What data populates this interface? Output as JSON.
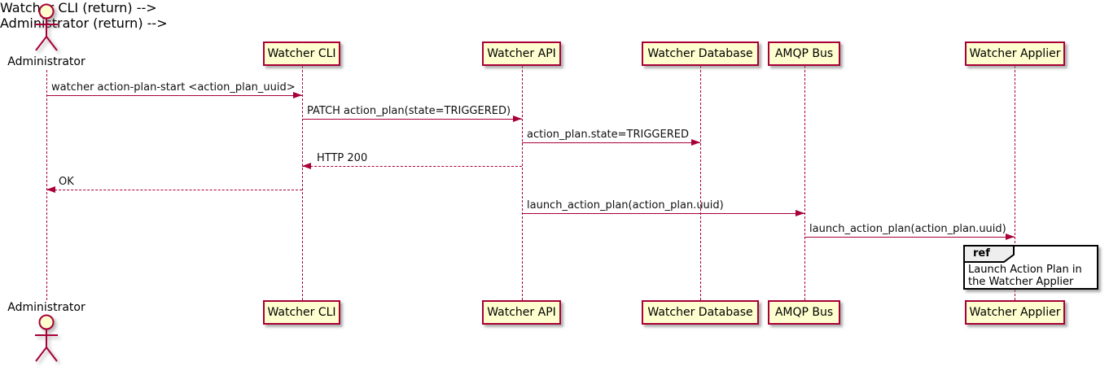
{
  "diagram": {
    "type": "uml-sequence-diagram",
    "actor": {
      "name": "Administrator"
    },
    "participants": [
      {
        "name": "Watcher CLI"
      },
      {
        "name": "Watcher API"
      },
      {
        "name": "Watcher Database"
      },
      {
        "name": "AMQP Bus"
      },
      {
        "name": "Watcher Applier"
      }
    ],
    "messages": [
      {
        "label": "watcher action-plan-start <action_plan_uuid>",
        "from": "Administrator",
        "to": "Watcher CLI",
        "style": "solid"
      },
      {
        "label": "PATCH action_plan(state=TRIGGERED)",
        "from": "Watcher CLI",
        "to": "Watcher API",
        "style": "solid"
      },
      {
        "label": "action_plan.state=TRIGGERED",
        "from": "Watcher API",
        "to": "Watcher Database",
        "style": "solid"
      },
      {
        "label": "HTTP 200",
        "from": "Watcher API",
        "to": "Watcher CLI",
        "style": "dashed-return"
      },
      {
        "label": "OK",
        "from": "Watcher CLI",
        "to": "Administrator",
        "style": "dashed-return"
      },
      {
        "label": "launch_action_plan(action_plan.uuid)",
        "from": "Watcher API",
        "to": "AMQP Bus",
        "style": "solid"
      },
      {
        "label": "launch_action_plan(action_plan.uuid)",
        "from": "AMQP Bus",
        "to": "Watcher Applier",
        "style": "solid"
      }
    ],
    "ref_fragment": {
      "keyword": "ref",
      "text": "Launch Action Plan in the Watcher Applier",
      "over": "Watcher Applier"
    },
    "colors": {
      "line": "#A80036",
      "participant_fill": "#FEFECE",
      "ref_tab_fill": "#EEEEEE",
      "ref_border": "#000000",
      "text": "#000000",
      "background": "#FFFFFF"
    }
  }
}
